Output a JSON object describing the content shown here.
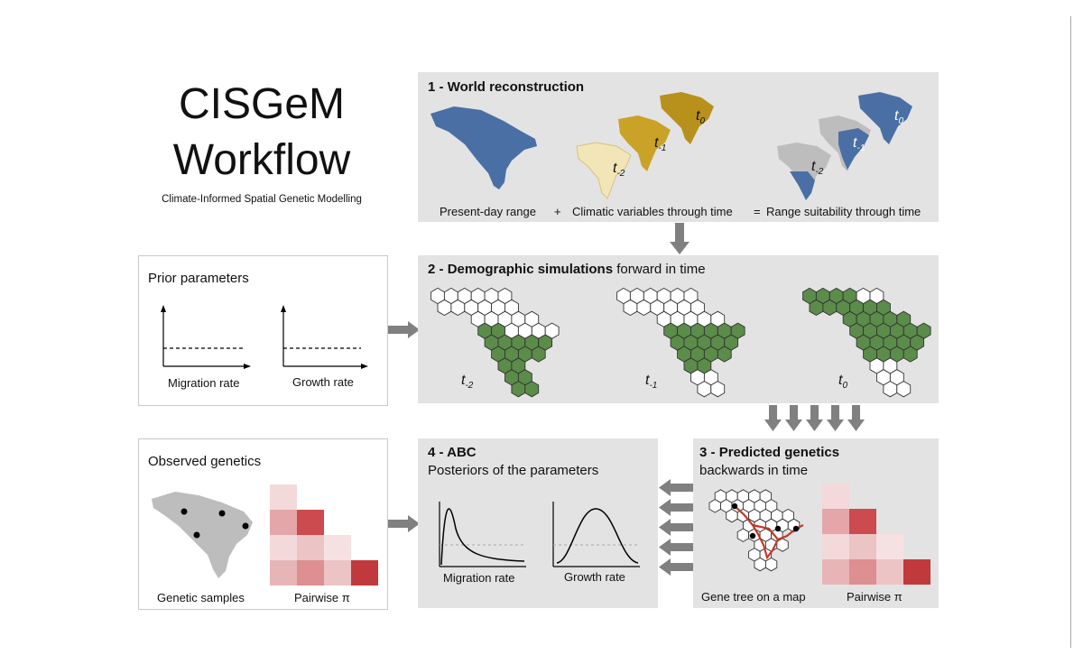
{
  "header": {
    "title_line1": "CISGeM",
    "title_line2": "Workflow",
    "subtitle": "Climate-Informed Spatial Genetic Modelling"
  },
  "panel1": {
    "number": "1 - ",
    "title": "World reconstruction",
    "labels": [
      "Present-day range",
      "+",
      "Climatic variables through time",
      "=",
      "Range suitability through time"
    ],
    "time_labels": [
      {
        "base": "t",
        "sub": "0"
      },
      {
        "base": "t",
        "sub": "-1"
      },
      {
        "base": "t",
        "sub": "-2"
      }
    ]
  },
  "panel2": {
    "number": "2 - ",
    "title_bold": "Demographic simulations",
    "title_rest": " forward in time",
    "time_labels": [
      {
        "base": "t",
        "sub": "-2"
      },
      {
        "base": "t",
        "sub": "-1"
      },
      {
        "base": "t",
        "sub": "0"
      }
    ]
  },
  "prior": {
    "title": "Prior parameters",
    "axis1": "Migration rate",
    "axis2": "Growth rate"
  },
  "observed": {
    "title": "Observed genetics",
    "label1": "Genetic samples",
    "label2": "Pairwise π"
  },
  "panel4": {
    "number": "4 - ",
    "title": "ABC",
    "subtitle": "Posteriors of the parameters",
    "axis1": "Migration rate",
    "axis2": "Growth rate"
  },
  "panel3": {
    "number": "3 - ",
    "title": "Predicted genetics",
    "subtitle": "backwards in time",
    "label1": "Gene tree on a map",
    "label2": "Pairwise π"
  },
  "colors": {
    "panel_bg": "#e3e3e3",
    "map_blue": "#4a6fa5",
    "map_gold": "#c9a227",
    "hex_green": "#5b8c4a",
    "arrow_gray": "#808080",
    "gene_red": "#c0392b",
    "heat": [
      "#f3d9da",
      "#e4a6a8",
      "#cc4b4e"
    ]
  }
}
